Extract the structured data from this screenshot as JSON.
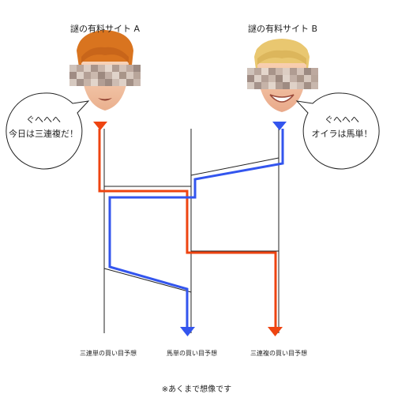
{
  "site_a": {
    "name": "謎の有料サイト A",
    "line1": "ぐへへへ",
    "line2": "今日は三連複だ！",
    "hair": "#d9741f",
    "path_color": "#ee4411"
  },
  "site_b": {
    "name": "謎の有料サイト B",
    "line1": "ぐへへへ",
    "line2": "オイラは馬単！",
    "hair": "#e9c770",
    "path_color": "#3355ee"
  },
  "outputs": [
    "三連単の買い目予想",
    "馬単の買い目予想",
    "三連複の買い目予想"
  ],
  "note": "※あくまで想像です"
}
